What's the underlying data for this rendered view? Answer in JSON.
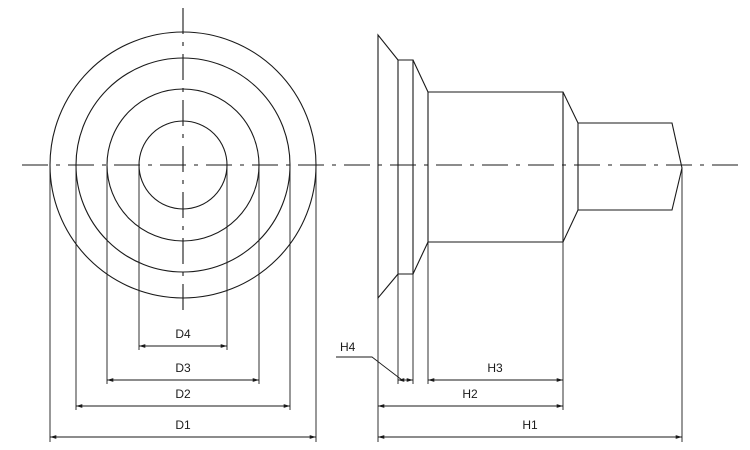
{
  "labels": {
    "d1": "D1",
    "d2": "D2",
    "d3": "D3",
    "d4": "D4",
    "h1": "H1",
    "h2": "H2",
    "h3": "H3",
    "h4": "H4"
  },
  "colors": {
    "line": "#1a1a1a",
    "background": "#ffffff"
  }
}
